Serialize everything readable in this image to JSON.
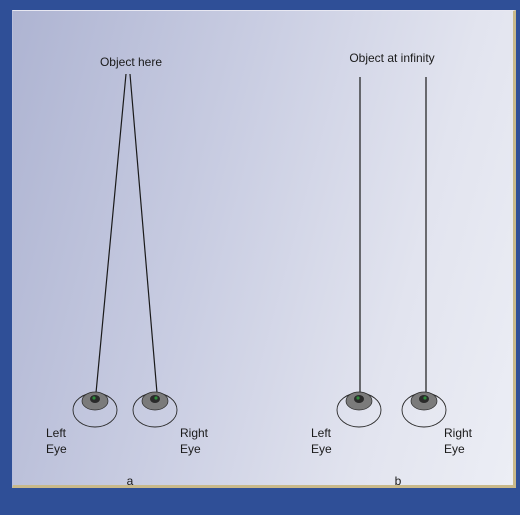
{
  "diagram_a": {
    "object_label": "Object here",
    "left_eye_label": [
      "Left",
      "Eye"
    ],
    "right_eye_label": [
      "Right",
      "Eye"
    ],
    "caption": "a"
  },
  "diagram_b": {
    "object_label": "Object at infinity",
    "left_eye_label": [
      "Left",
      "Eye"
    ],
    "right_eye_label": [
      "Right",
      "Eye"
    ],
    "caption": "b"
  },
  "colors": {
    "frame": "#2f4f97",
    "panel": "#e2e4ef",
    "pupil_highlight": "#2e8a3a"
  }
}
